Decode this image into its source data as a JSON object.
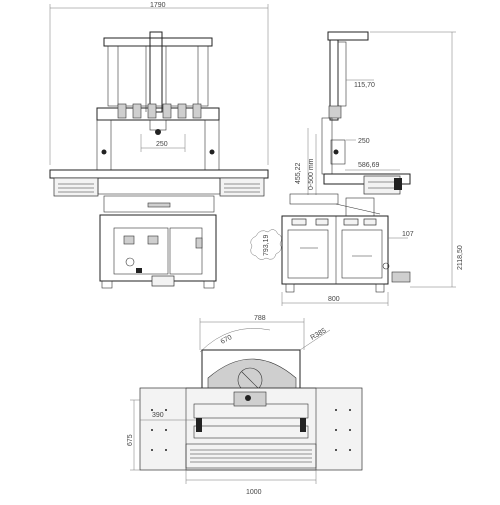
{
  "dimensions": {
    "front_width": "1790",
    "front_spacing": "250",
    "side_arm_offset": "115,70",
    "side_arm_spacing": "250",
    "side_height_a": "455,22",
    "side_range": "0-500 mm",
    "side_reach": "586,69",
    "side_clearance": "107",
    "side_depth": "800",
    "total_height": "2118,50",
    "side_rotation": "793,19",
    "top_width": "788",
    "top_arc": "670",
    "top_radius": "R385",
    "top_offset": "390",
    "top_depth": "675",
    "top_total_width": "1000"
  }
}
